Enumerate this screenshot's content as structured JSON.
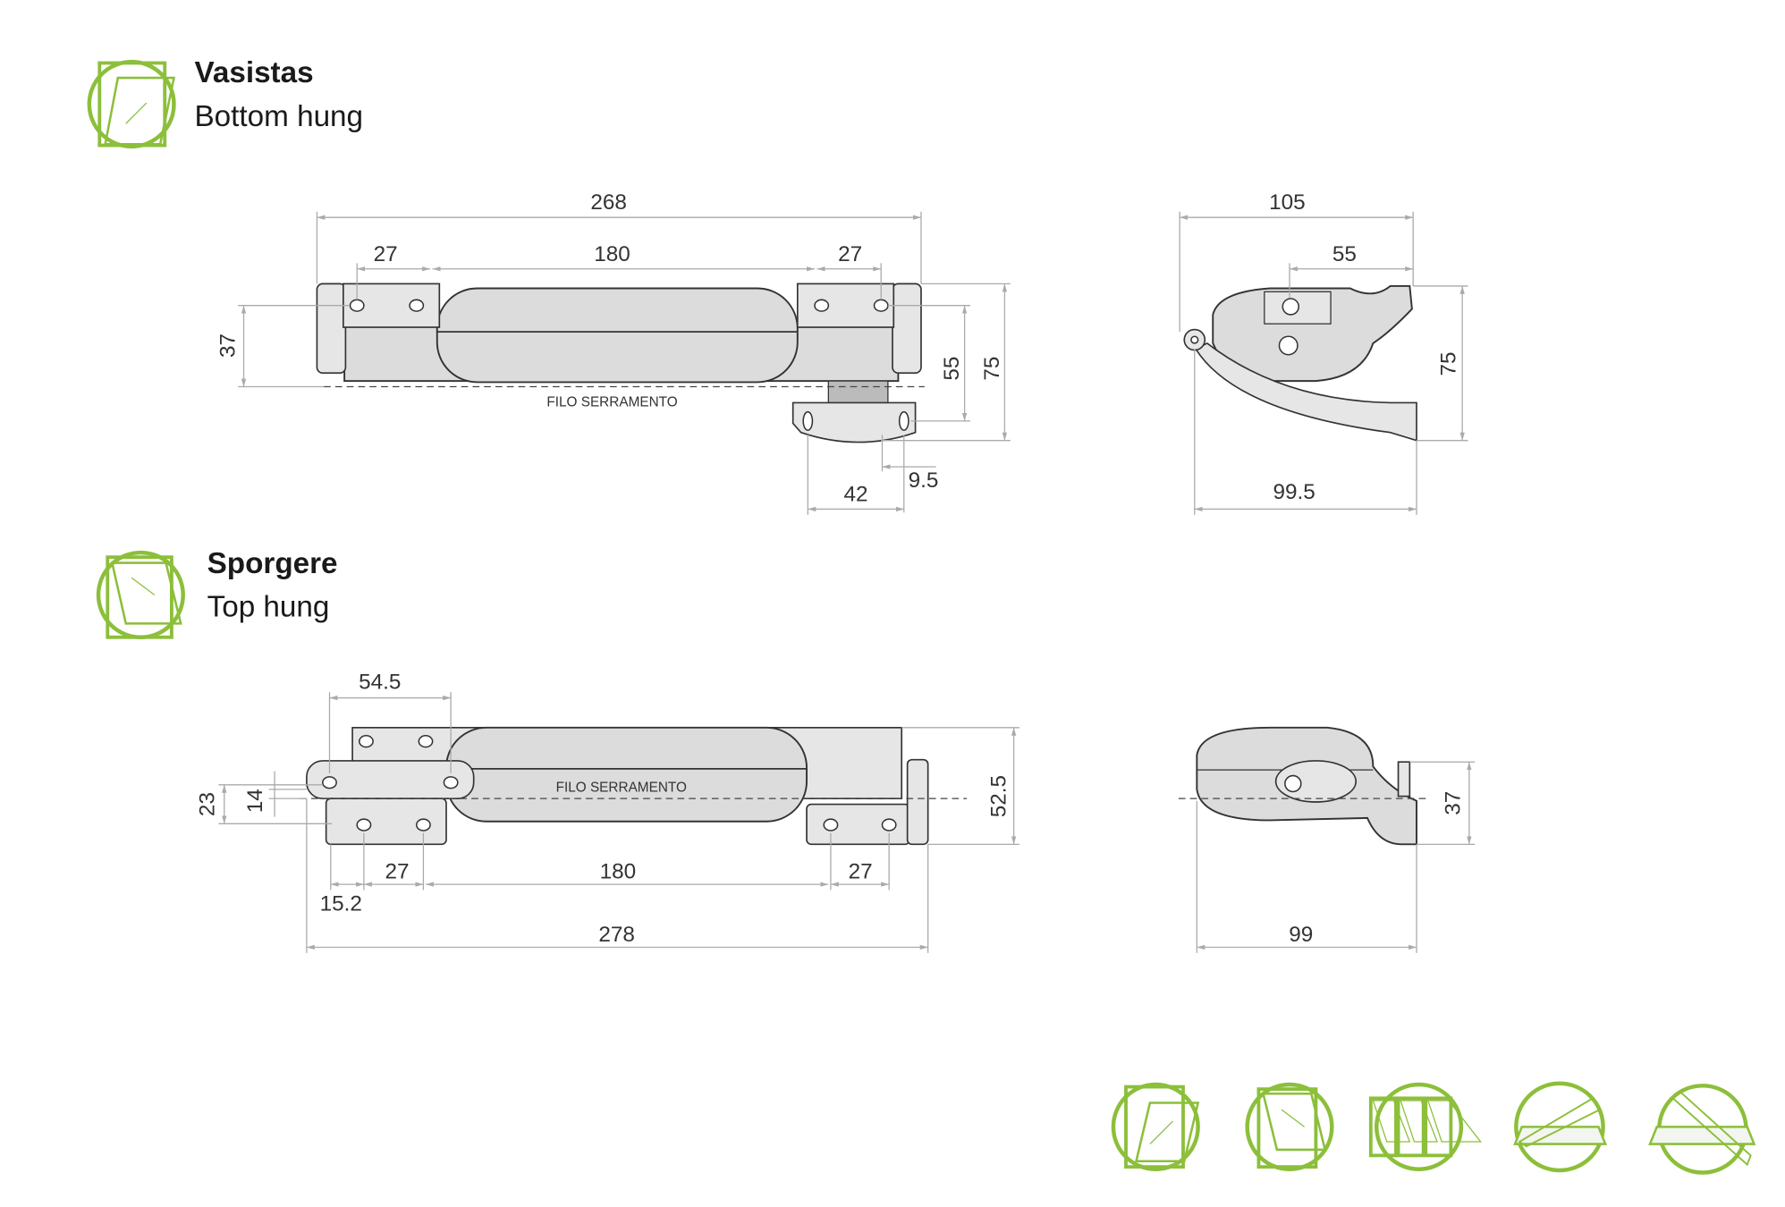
{
  "sections": [
    {
      "title": "Vasistas",
      "subtitle": "Bottom hung"
    },
    {
      "title": "Sporgere",
      "subtitle": "Top hung"
    }
  ],
  "bottom_hung": {
    "front": {
      "overall": "268",
      "left_holes": "27",
      "center": "180",
      "right_holes": "27",
      "height_left": "37",
      "height_55": "55",
      "height_75": "75",
      "offset": "9.5",
      "bracket": "42",
      "line_label": "FILO SERRAMENTO"
    },
    "side": {
      "overall": "105",
      "inner": "55",
      "height": "75",
      "bottom": "99.5"
    }
  },
  "top_hung": {
    "front": {
      "top": "54.5",
      "h23": "23",
      "h14": "14",
      "left_holes": "27",
      "center": "180",
      "right_holes": "27",
      "offset": "15.2",
      "overall": "278",
      "height": "52.5",
      "line_label": "FILO SERRAMENTO"
    },
    "side": {
      "height": "37",
      "bottom": "99"
    }
  },
  "legend_icons": [
    "bottom-hung-window-icon",
    "top-hung-window-icon",
    "louvre-window-icon",
    "skylight-window-icon",
    "pivot-skylight-window-icon"
  ],
  "colors": {
    "accent": "#8cbf3a"
  }
}
